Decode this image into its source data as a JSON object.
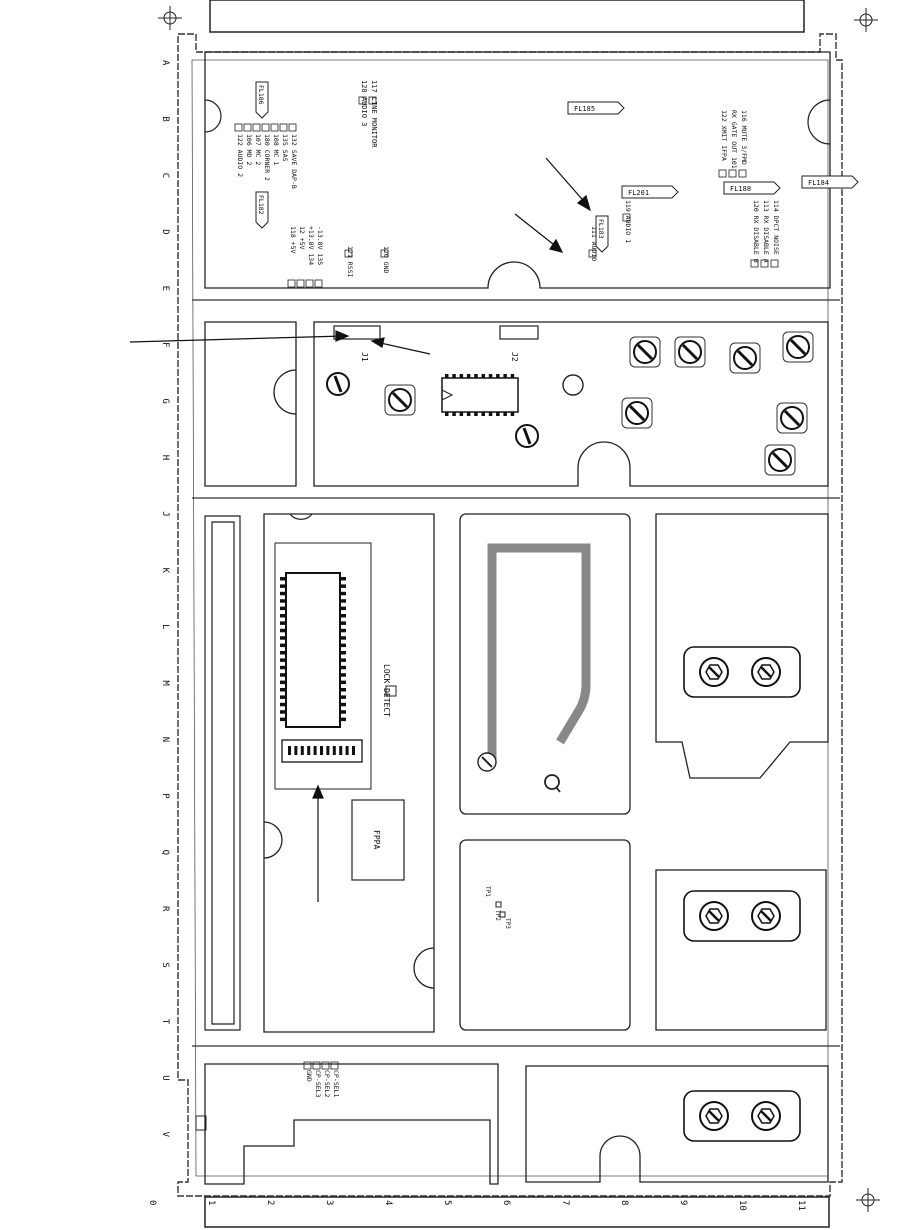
{
  "row_letters": [
    "A",
    "B",
    "C",
    "D",
    "E",
    "F",
    "G",
    "H",
    "J",
    "K",
    "L",
    "M",
    "N",
    "P",
    "Q",
    "R",
    "S",
    "T",
    "U",
    "V"
  ],
  "col_numbers": [
    "0",
    "1",
    "2",
    "3",
    "4",
    "5",
    "6",
    "7",
    "8",
    "9",
    "10",
    "11"
  ],
  "top_section": {
    "filters": [
      "FL186",
      "FL182",
      "FL185",
      "FL201",
      "FL183",
      "FL188",
      "FL184"
    ],
    "left_labels": [
      "132 SAVE DAP-B",
      "135 SAS",
      "108 MC 1",
      "180 CORNER 2",
      "107 MC 2",
      "106 MD 2",
      "122 AUDIO 2"
    ],
    "center_labels": [
      "117 LINE MONITOR",
      "128 AUDIO 3"
    ],
    "voltage_labels": [
      "-13.8V 135",
      "+13.8V 134",
      "12 +5V",
      "118 +5V"
    ],
    "misc_labels": [
      "121 RSSI",
      "120 GND"
    ],
    "audio_labels": [
      "111 AUDIO",
      "119 AUDIO 1"
    ],
    "right_labels": [
      "116 MUTE 3/FMD",
      "RX GATE OUT 101",
      "122 XMIT IFPA",
      "120 RX DISABLE B",
      "113 RX DISABLE A",
      "114 DPCT NOISE"
    ]
  },
  "middle_section": {
    "connectors": [
      "J1",
      "J2"
    ]
  },
  "lower_section": {
    "chip_label": "LOCK DETECT",
    "box_label": "FPPA",
    "test_points": [
      "TP1",
      "TP2",
      "TP3"
    ]
  },
  "bottom_section": {
    "labels": [
      "CP-SEL1",
      "CP-SEL2",
      "CP-SEL3",
      "GND"
    ]
  }
}
